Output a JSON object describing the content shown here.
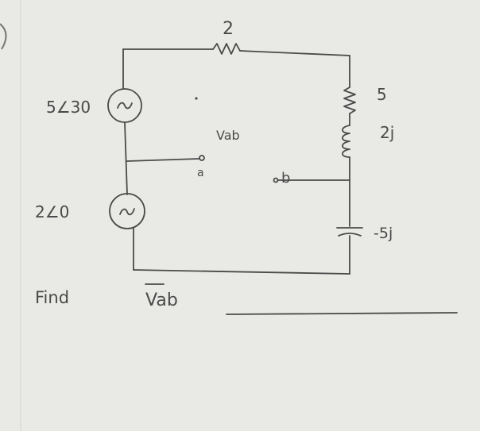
{
  "circuit": {
    "top_resistor_label": "2",
    "right_resistor_label": "5",
    "inductor_label": "2j",
    "capacitor_label": "-5j",
    "source_upper_label": "5∠30",
    "source_lower_label": "2∠0",
    "vab_label": "Vab",
    "node_a_label": "a",
    "node_b_label": "b"
  },
  "question": {
    "find_label": "Find",
    "target_label": "Vab",
    "answer_value": ""
  },
  "colors": {
    "paper": "#e9e9e6",
    "ink": "#4a4a4a",
    "margin_line": "#c9c9c9"
  }
}
